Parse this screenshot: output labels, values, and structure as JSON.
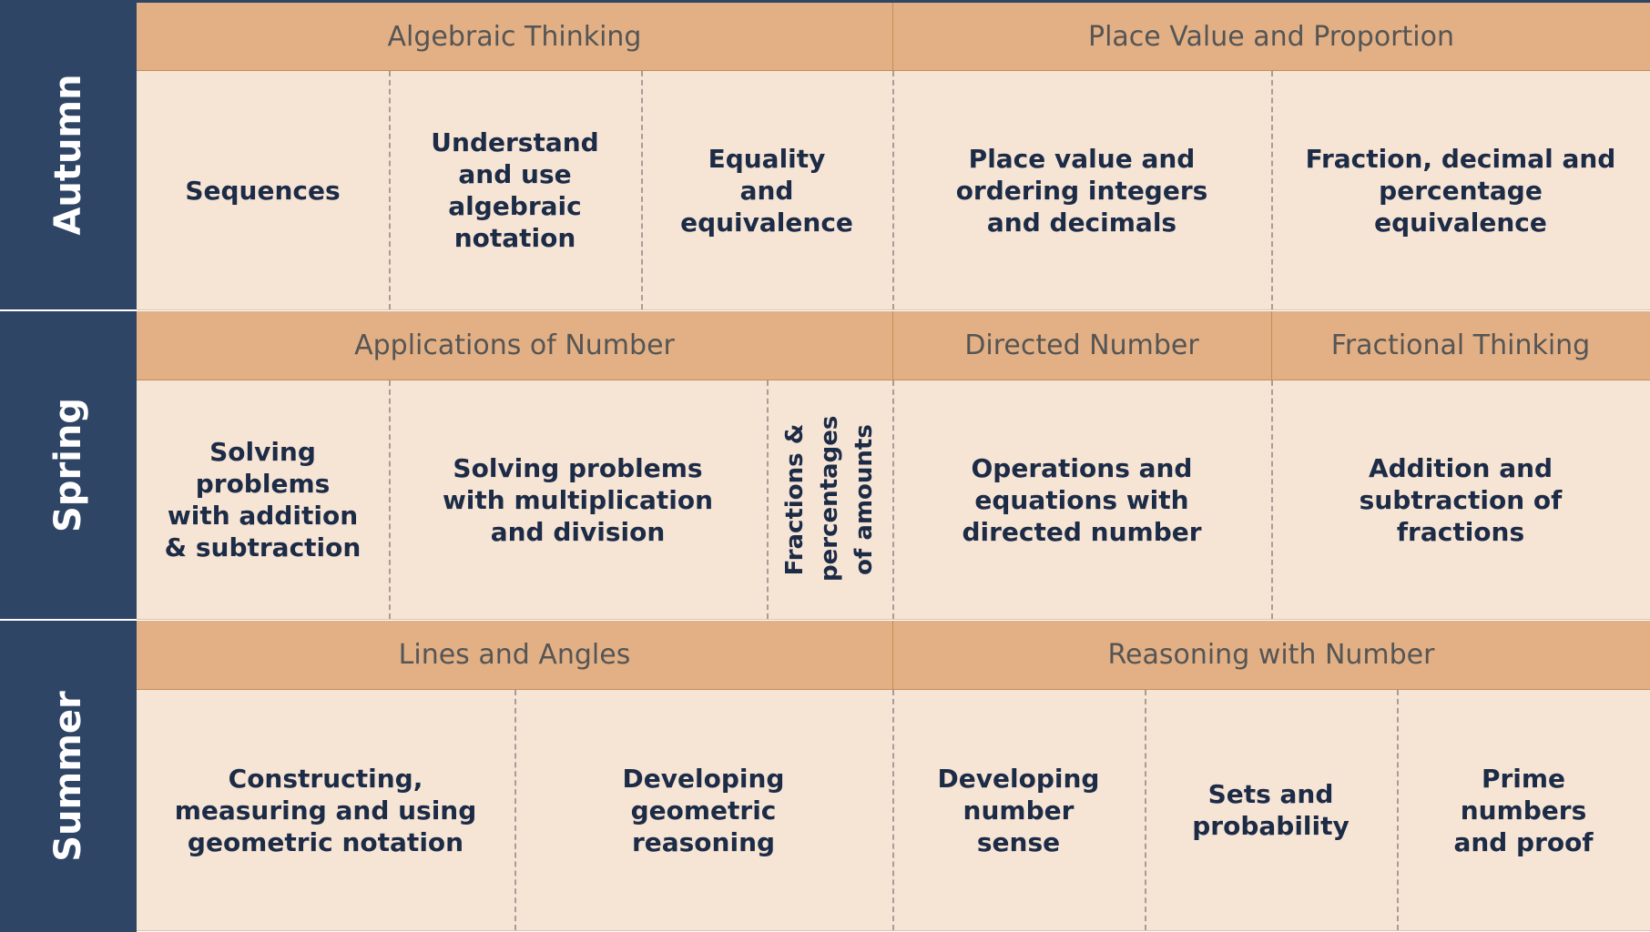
{
  "seasons": {
    "autumn": "Autumn",
    "spring": "Spring",
    "summer": "Summer"
  },
  "autumn": {
    "bands": [
      "Algebraic Thinking",
      "Place Value and Proportion"
    ],
    "cells": [
      "Sequences",
      "Understand and use algebraic notation",
      "Equality and equivalence",
      "Place value and ordering integers and decimals",
      "Fraction, decimal and percentage equivalence"
    ]
  },
  "spring": {
    "bands": [
      "Applications of Number",
      "Directed Number",
      "Fractional Thinking"
    ],
    "cells": [
      "Solving problems with addition & subtraction",
      "Solving problems with multiplication and division",
      "Fractions & percentages of amounts",
      "Operations and equations with directed number",
      "Addition and subtraction of fractions"
    ]
  },
  "summer": {
    "bands": [
      "Lines and Angles",
      "Reasoning with Number"
    ],
    "cells": [
      "Constructing, measuring and using geometric notation",
      "Developing geometric reasoning",
      "Developing number sense",
      "Sets and probability",
      "Prime numbers and proof"
    ]
  },
  "colors": {
    "season_bg": "#2f4566",
    "band_bg": "#e2b084",
    "cell_bg": "#f6e4d5",
    "cell_text": "#1c2b46"
  }
}
